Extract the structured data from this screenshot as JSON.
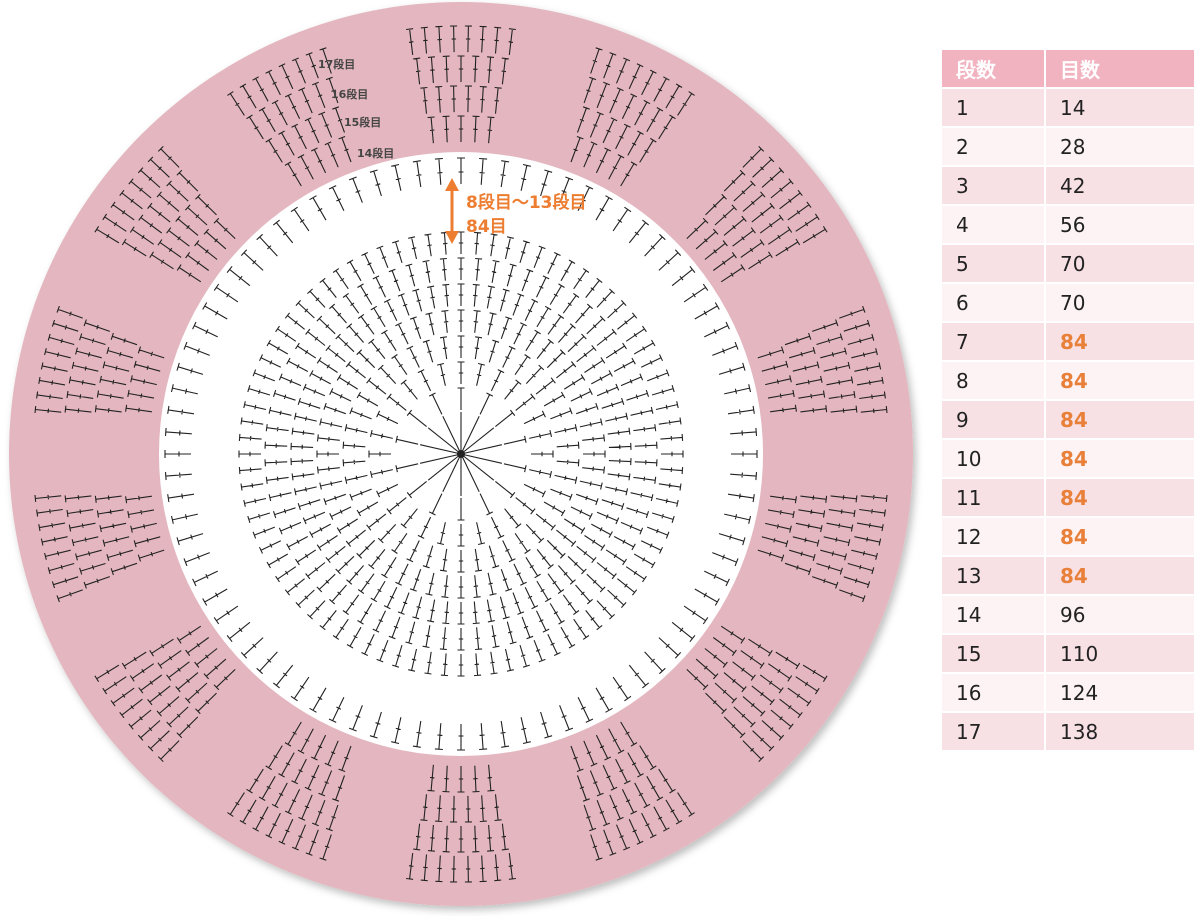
{
  "diagram": {
    "row_labels": [
      "17段目",
      "16段目",
      "15段目",
      "14段目"
    ],
    "note_rows": "8段目～13段目",
    "note_count": "84目",
    "colors": {
      "band": "#e4b7c0",
      "accent": "#ed7d31",
      "stitch": "#222222"
    }
  },
  "table": {
    "headers": [
      "段数",
      "目数"
    ],
    "rows": [
      {
        "row": "1",
        "count": "14",
        "highlight": false
      },
      {
        "row": "2",
        "count": "28",
        "highlight": false
      },
      {
        "row": "3",
        "count": "42",
        "highlight": false
      },
      {
        "row": "4",
        "count": "56",
        "highlight": false
      },
      {
        "row": "5",
        "count": "70",
        "highlight": false
      },
      {
        "row": "6",
        "count": "70",
        "highlight": false
      },
      {
        "row": "7",
        "count": "84",
        "highlight": true
      },
      {
        "row": "8",
        "count": "84",
        "highlight": true
      },
      {
        "row": "9",
        "count": "84",
        "highlight": true
      },
      {
        "row": "10",
        "count": "84",
        "highlight": true
      },
      {
        "row": "11",
        "count": "84",
        "highlight": true
      },
      {
        "row": "12",
        "count": "84",
        "highlight": true
      },
      {
        "row": "13",
        "count": "84",
        "highlight": true
      },
      {
        "row": "14",
        "count": "96",
        "highlight": false
      },
      {
        "row": "15",
        "count": "110",
        "highlight": false
      },
      {
        "row": "16",
        "count": "124",
        "highlight": false
      },
      {
        "row": "17",
        "count": "138",
        "highlight": false
      }
    ]
  }
}
